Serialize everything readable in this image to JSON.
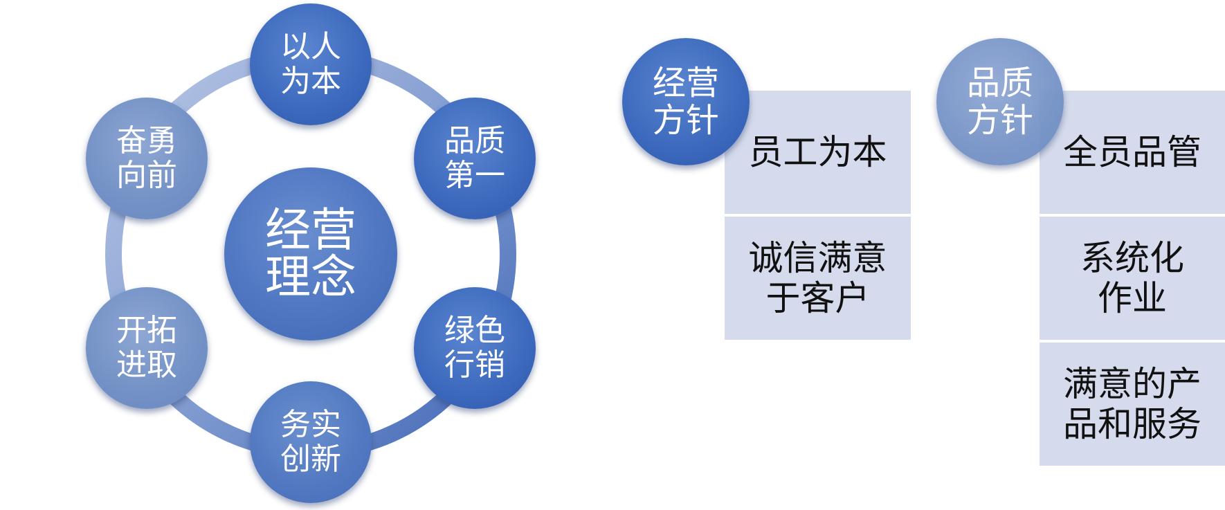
{
  "philosophy": {
    "center": "经营\n理念",
    "nodes": [
      "以人\n为本",
      "品质\n第一",
      "绿色\n行销",
      "务实\n创新",
      "开拓\n进取",
      "奋勇\n向前"
    ]
  },
  "business_policy": {
    "title": "经营\n方针",
    "items": [
      "员工为本",
      "诚信满意\n于客户"
    ]
  },
  "quality_policy": {
    "title": "品质\n方针",
    "items": [
      "全员品管",
      "系统化\n作业",
      "满意的产\n品和服务"
    ]
  },
  "colors": {
    "primary": "#3f6bbd",
    "faded": "#7391c6",
    "box": "#d5dbec"
  }
}
